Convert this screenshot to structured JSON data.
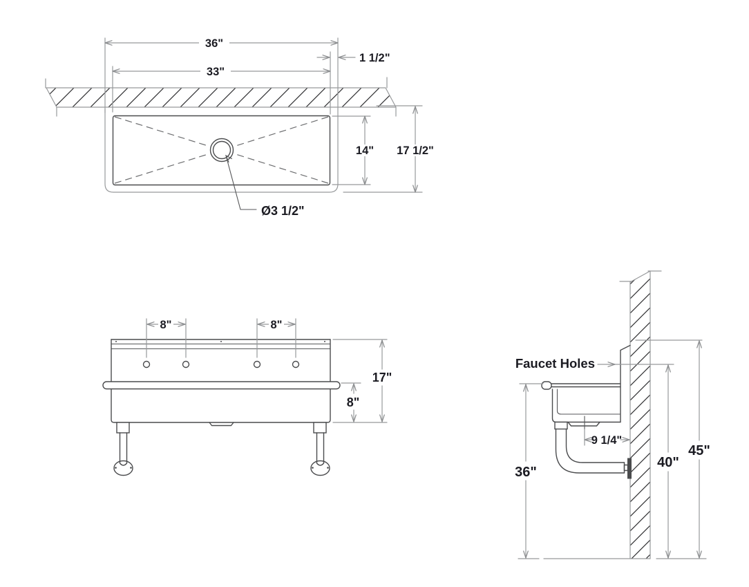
{
  "colors": {
    "background": "#ffffff",
    "object_line": "#4a4b4d",
    "dimension_line": "#97999b",
    "hatch_line": "#2e2e30",
    "text": "#1b1b22"
  },
  "top_view": {
    "overall_width": "36\"",
    "inner_width": "33\"",
    "edge_offset": "1 1/2\"",
    "basin_depth": "14\"",
    "overall_depth": "17 1/2\"",
    "drain_diameter": "Ø3 1/2\""
  },
  "front_view": {
    "faucet_spacing_left": "8\"",
    "faucet_spacing_right": "8\"",
    "overall_height": "17\"",
    "bowl_height": "8\""
  },
  "side_view": {
    "faucet_holes_label": "Faucet Holes",
    "drain_to_wall": "9 1/4\"",
    "rim_height": "36\"",
    "faucet_height": "40\"",
    "splash_top_height": "45\""
  }
}
